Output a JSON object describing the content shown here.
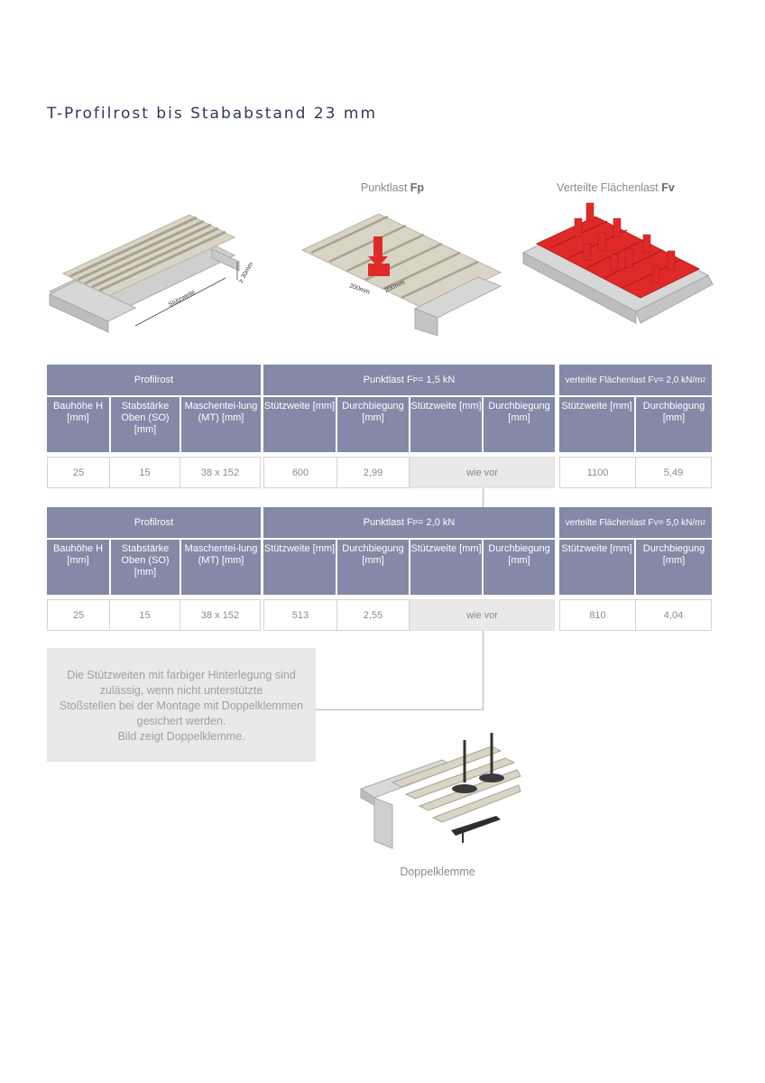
{
  "title": "T-Profilrost bis Stababstand 23 mm",
  "illustrations": {
    "grating_dims": {
      "stuetzweite": "Stützweite",
      "min_height": "≥ 30mm"
    },
    "point_load": {
      "label_prefix": "Punktlast ",
      "label_bold": "Fp",
      "dim_a": "200mm",
      "dim_b": "200mm"
    },
    "area_load": {
      "label_prefix": "Verteilte Flächenlast ",
      "label_bold": "Fv"
    }
  },
  "tables": [
    {
      "profil_header": "Profilrost",
      "punkt_header": {
        "prefix": "Punktlast F",
        "sub": "P",
        "suffix": " = 1,5 kN"
      },
      "flaeche_header": {
        "prefix": "verteilte Flächenlast F",
        "sub": "V",
        "suffix": " = 2,0 kN/m",
        "sup": "2"
      },
      "sub_headers": [
        "Bauhöhe H [mm]",
        "Stabstärke Oben (SO) [mm]",
        "Maschentei-lung (MT) [mm]",
        "Stützweite [mm]",
        "Durchbiegung [mm]",
        "Stützweite [mm]",
        "Durchbiegung [mm]",
        "Stützweite [mm]",
        "Durchbiegung [mm]"
      ],
      "values": {
        "bauhoehe": "25",
        "stabstaerke": "15",
        "maschenteilung": "38 x 152",
        "p_stuetzweite": "600",
        "p_durchbiegung": "2,99",
        "wie_vor": "wie vor",
        "f_stuetzweite": "1100",
        "f_durchbiegung": "5,49"
      }
    },
    {
      "profil_header": "Profilrost",
      "punkt_header": {
        "prefix": "Punktlast F",
        "sub": "P",
        "suffix": " = 2,0 kN"
      },
      "flaeche_header": {
        "prefix": "verteilte Flächenlast F",
        "sub": "V",
        "suffix": " = 5,0 kN/m",
        "sup": "2"
      },
      "sub_headers": [
        "Bauhöhe H [mm]",
        "Stabstärke Oben (SO) [mm]",
        "Maschentei-lung (MT) [mm]",
        "Stützweite [mm]",
        "Durchbiegung [mm]",
        "Stützweite [mm]",
        "Durchbiegung [mm]",
        "Stützweite [mm]",
        "Durchbiegung [mm]"
      ],
      "values": {
        "bauhoehe": "25",
        "stabstaerke": "15",
        "maschenteilung": "38 x 152",
        "p_stuetzweite": "513",
        "p_durchbiegung": "2,55",
        "wie_vor": "wie vor",
        "f_stuetzweite": "810",
        "f_durchbiegung": "4,04"
      }
    }
  ],
  "note": {
    "line1": "Die Stützweiten mit farbiger Hinterlegung sind",
    "line2": "zulässig, wenn nicht unterstützte",
    "line3": "Stoßstellen bei der Montage mit Doppelklemmen",
    "line4": "gesichert werden.",
    "line5": "Bild zeigt Doppelklemme."
  },
  "clamp_caption": "Doppelklemme",
  "colors": {
    "header_bg": "#8389a6",
    "title": "#2e3a58",
    "load_red": "#e02a2a",
    "grating": "#d6d3c6"
  }
}
